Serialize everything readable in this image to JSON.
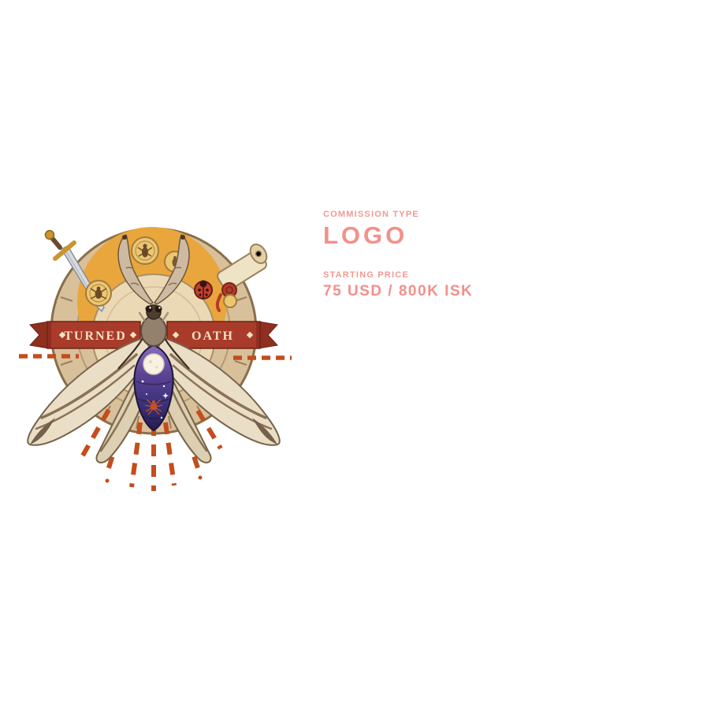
{
  "info": {
    "category_label": "COMMISSION TYPE",
    "category_value": "LOGO",
    "price_label": "STARTING PRICE",
    "price_value": "75 USD / 800K ISK"
  },
  "logo": {
    "banner_left": "TURNED",
    "banner_right": "OATH",
    "description": "moth with galaxy abdomen, antler antennae, zodiac coin wheel, sword, scroll and sunburst rays"
  },
  "colors": {
    "accent_pink": "#f3908a",
    "banner_red": "#a93b2a",
    "ray_orange": "#c44d1d",
    "wheel_tan": "#d8c09a",
    "sun_yellow": "#e9a63c",
    "galaxy_purple": "#5b4394"
  }
}
